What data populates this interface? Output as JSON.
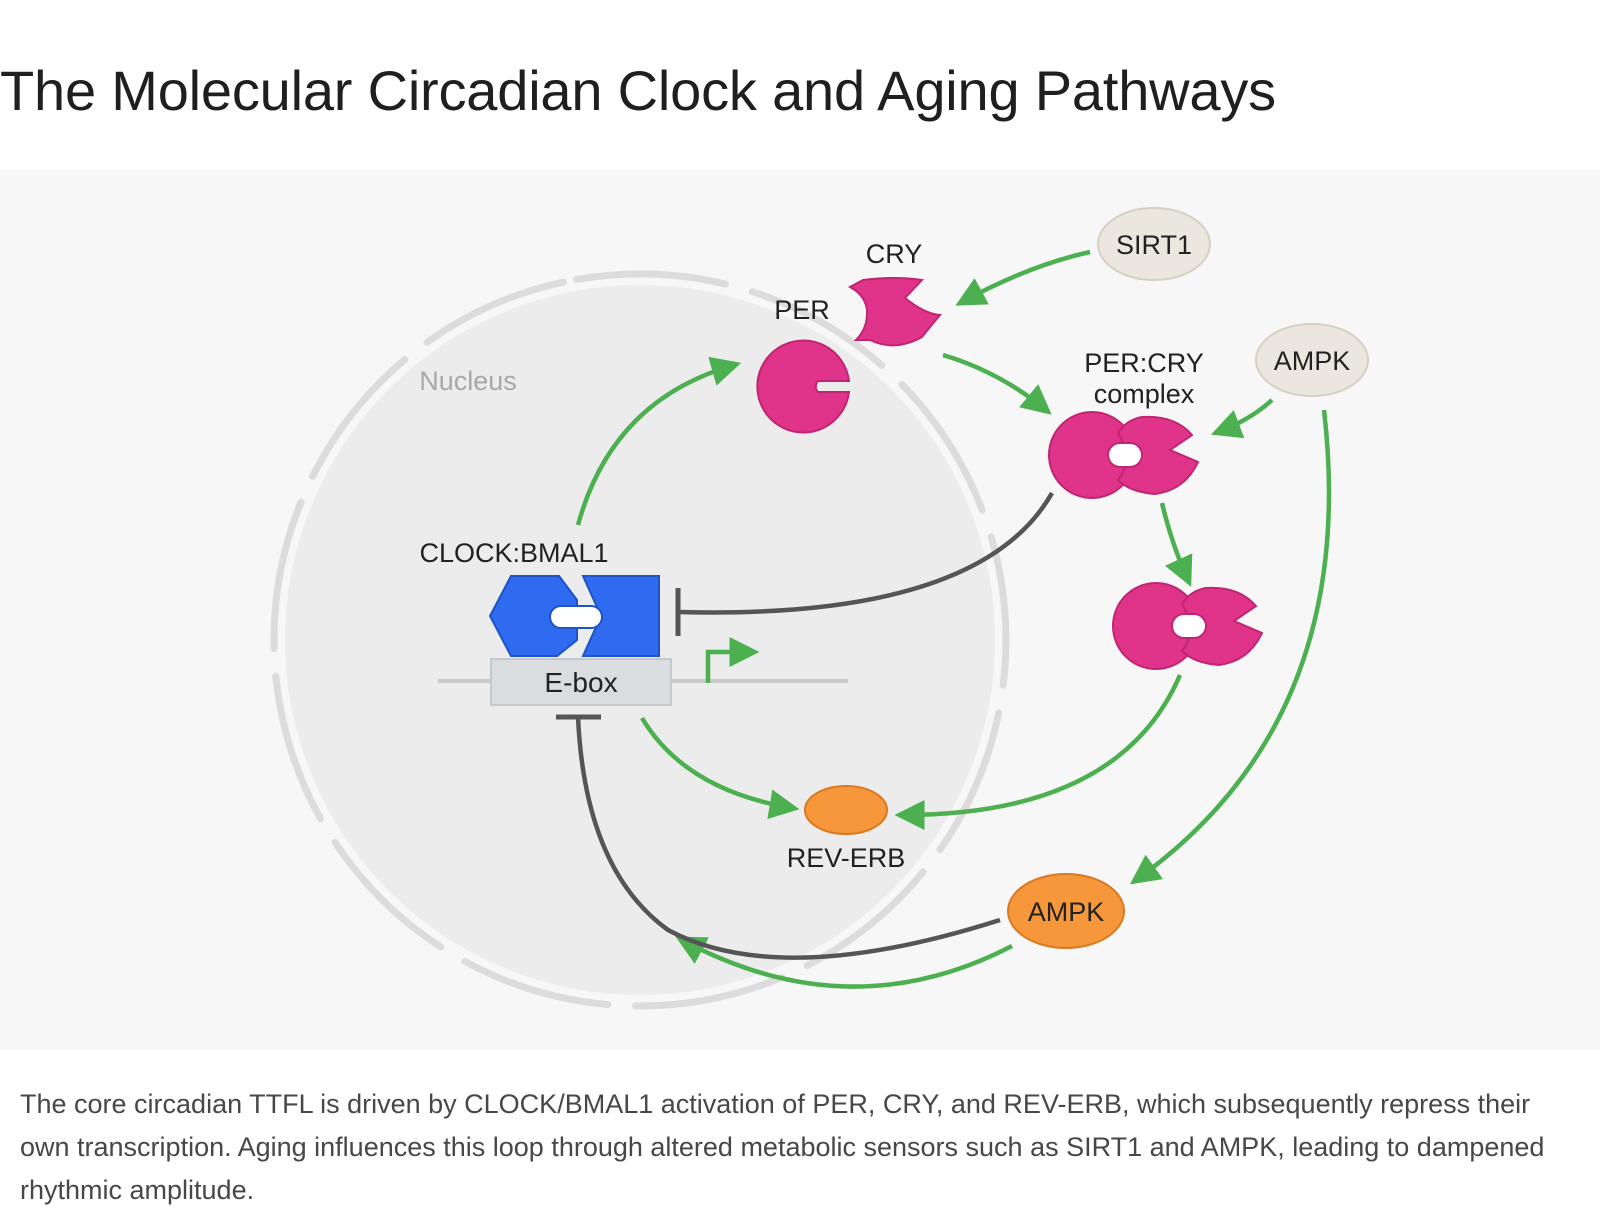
{
  "title": "The Molecular Circadian Clock and Aging Pathways",
  "diagram": {
    "nucleus_label": "Nucleus",
    "cry_label": "CRY",
    "per_label": "PER",
    "sirt1_label": "SIRT1",
    "ampk_top_label": "AMPK",
    "percry_label_line1": "PER:CRY",
    "percry_label_line2": "complex",
    "clock_bmal1_label": "CLOCK:BMAL1",
    "ebox_label": "E-box",
    "reverb_label": "REV-ERB",
    "ampk_bottom_label": "AMPK",
    "colors": {
      "activation": "#4caf50",
      "repression": "#555555",
      "per_cry": "#e0348a",
      "clock_bmal1": "#2f6bf0",
      "reverb_ampk": "#f5973a",
      "sensor": "#ece7de",
      "nucleus": "#ececec"
    }
  },
  "caption": "The core circadian TTFL is driven by CLOCK/BMAL1 activation of PER, CRY, and REV-ERB, which subsequently repress their own transcription. Aging influences this loop through altered metabolic sensors such as SIRT1 and AMPK, leading to dampened rhythmic amplitude."
}
